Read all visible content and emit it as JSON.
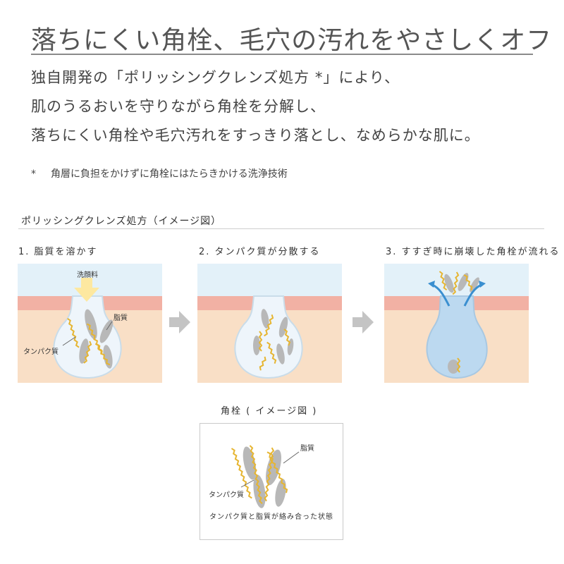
{
  "headline": "落ちにくい角栓、毛穴の汚れをやさしくオフ",
  "body_lines": [
    "独自開発の「ポリッシングクレンズ処方 *」により、",
    "肌のうるおいを守りながら角栓を分解し、",
    "落ちにくい角栓や毛穴汚れをすっきり落とし、なめらかな肌に。"
  ],
  "footnote": {
    "mark": "*",
    "text": "角層に負担をかけずに角栓にはたらきかける洗浄技術"
  },
  "section_title": "ポリッシングクレンズ処方（イメージ図）",
  "steps": [
    {
      "label": "1. 脂質を溶かす"
    },
    {
      "label": "2. タンパク質が分散する"
    },
    {
      "label": "3. すすぎ時に崩壊した角栓が流れる"
    }
  ],
  "panel1_labels": {
    "cleanser": "洗顔料",
    "lipid": "脂質",
    "protein": "タンパク質"
  },
  "inset": {
    "caption": "角栓 ( イメージ図 )",
    "lipid": "脂質",
    "protein": "タンパク質",
    "bottom": "タンパク質と脂質が絡み合った状態"
  },
  "colors": {
    "sky": "#e3f1f9",
    "skin_top": "#f2b1a4",
    "skin": "#f9dfc6",
    "pore_fill": "#eef5fb",
    "pore_stroke": "#c9dce9",
    "water": "#bcd9f0",
    "lipid": "#b8b8b8",
    "protein": "#e6b531",
    "cleanser_arrow": "#fde8a0",
    "flow_arrow": "#3a8fd0",
    "step_arrow": "#c4c4c4"
  }
}
